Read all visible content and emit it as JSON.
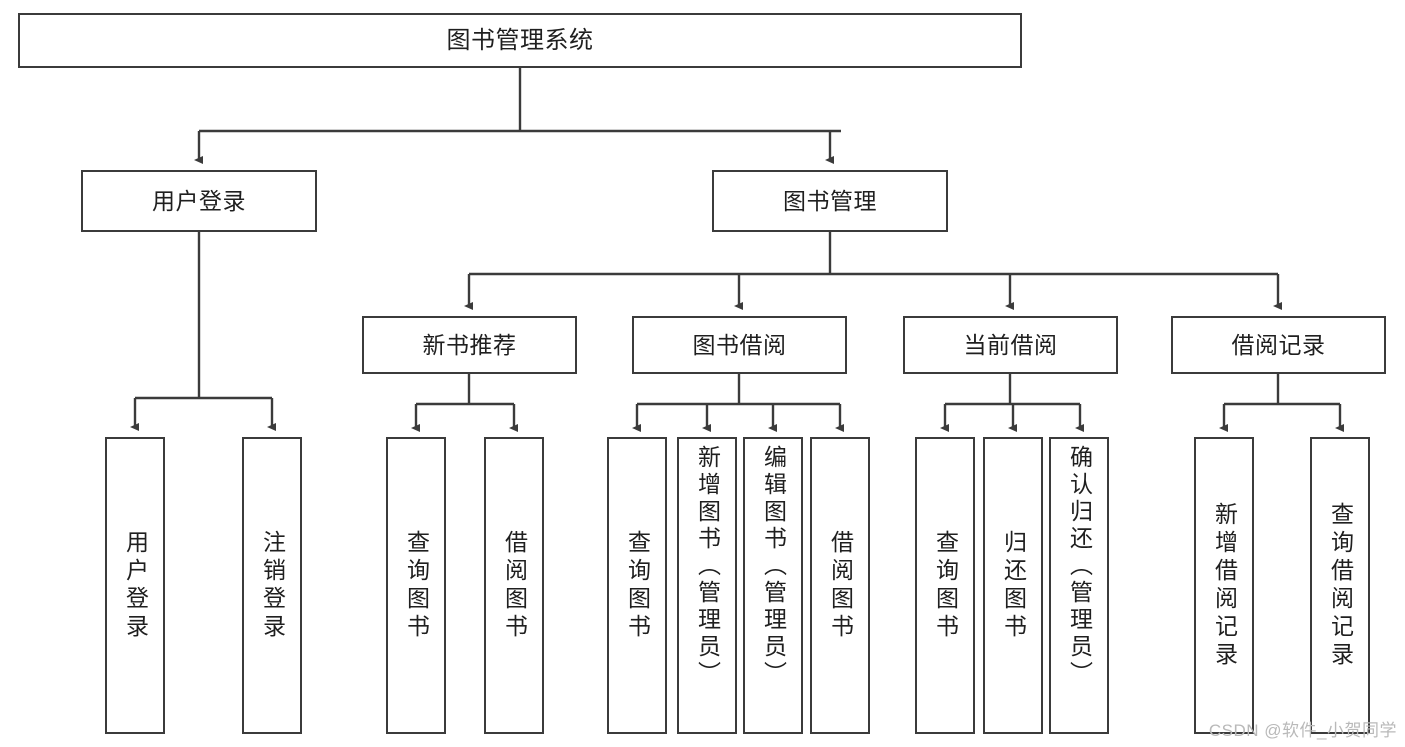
{
  "diagram": {
    "title": "图书管理系统",
    "type": "tree-hierarchy",
    "watermark": "CSDN @软件_小贺同学",
    "colors": {
      "border": "#3b3b3b",
      "background": "#ffffff",
      "text": "#1f1f1f",
      "watermark": "#b9b9b9"
    },
    "nodes": {
      "root": {
        "label": "图书管理系统",
        "level": 1
      },
      "user_login": {
        "label": "用户登录",
        "level": 2
      },
      "book_manage": {
        "label": "图书管理",
        "level": 2
      },
      "new_book_rec": {
        "label": "新书推荐",
        "level": 3
      },
      "book_borrow": {
        "label": "图书借阅",
        "level": 3
      },
      "current_borrow": {
        "label": "当前借阅",
        "level": 3
      },
      "borrow_record": {
        "label": "借阅记录",
        "level": 3
      },
      "leaf_user_login": {
        "label": "用户登录",
        "level": 4
      },
      "leaf_logout": {
        "label": "注销登录",
        "level": 4
      },
      "leaf_query_book_1": {
        "label": "查询图书",
        "level": 4
      },
      "leaf_borrow_book_1": {
        "label": "借阅图书",
        "level": 4
      },
      "leaf_query_book_2": {
        "label": "查询图书",
        "level": 4
      },
      "leaf_add_book": {
        "label": "新增图书（管理员）",
        "level": 4
      },
      "leaf_edit_book": {
        "label": "编辑图书（管理员）",
        "level": 4
      },
      "leaf_borrow_book_2": {
        "label": "借阅图书",
        "level": 4
      },
      "leaf_query_book_3": {
        "label": "查询图书",
        "level": 4
      },
      "leaf_return_book": {
        "label": "归还图书",
        "level": 4
      },
      "leaf_confirm_return": {
        "label": "确认归还（管理员）",
        "level": 4
      },
      "leaf_add_record": {
        "label": "新增借阅记录",
        "level": 4
      },
      "leaf_query_record": {
        "label": "查询借阅记录",
        "level": 4
      }
    }
  }
}
